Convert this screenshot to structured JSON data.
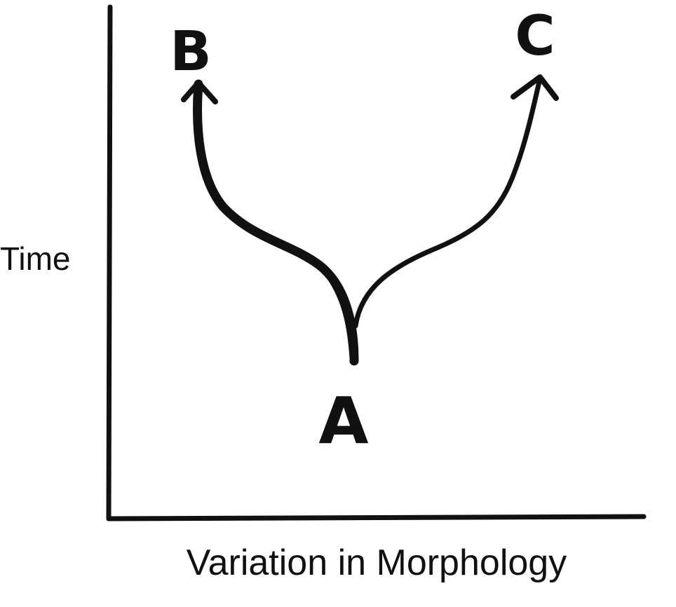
{
  "axes": {
    "y_label": "Time",
    "x_label": "Variation in Morphology"
  },
  "nodes": {
    "ancestor": "A",
    "left_descendant": "B",
    "right_descendant": "C"
  },
  "colors": {
    "ink": "#111111",
    "background": "#ffffff"
  }
}
